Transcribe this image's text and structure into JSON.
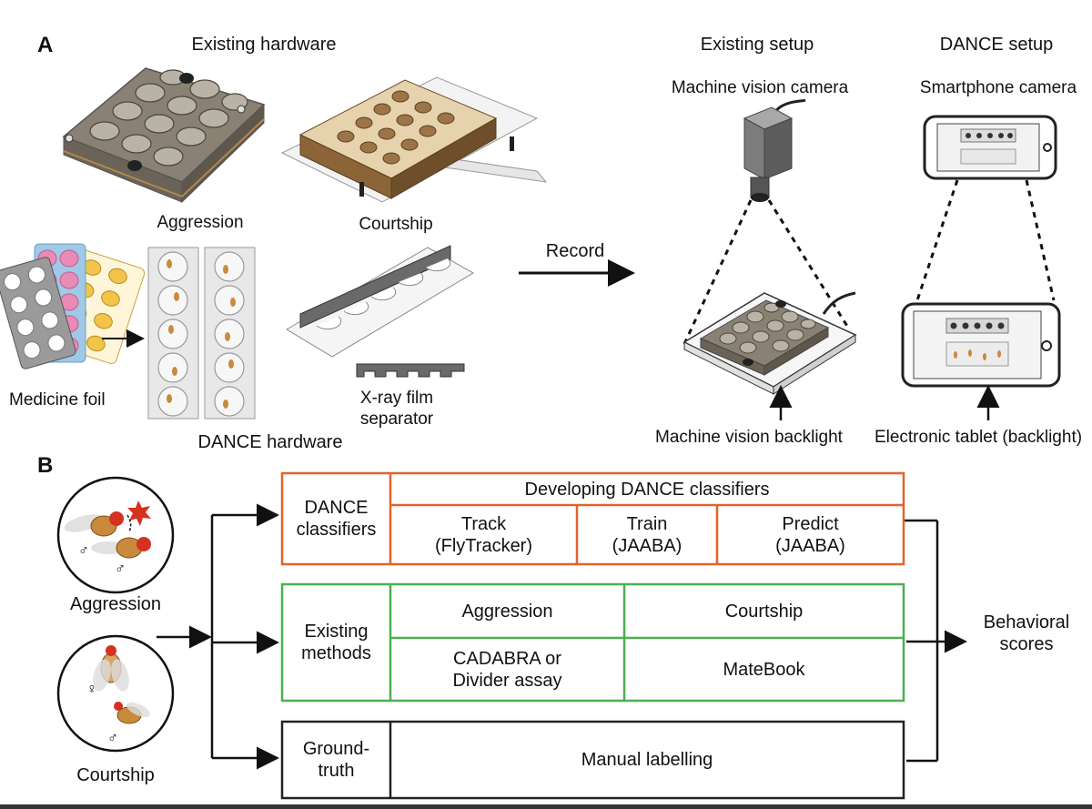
{
  "panel_a": {
    "letter": "A",
    "existing_hardware_title": "Existing hardware",
    "aggression_label": "Aggression",
    "courtship_label": "Courtship",
    "medicine_foil_label": "Medicine foil",
    "xray_line1": "X-ray film",
    "xray_line2": "separator",
    "dance_hardware_label": "DANCE hardware",
    "record_label": "Record",
    "existing_setup_title": "Existing setup",
    "machine_vision_camera_label": "Machine vision camera",
    "machine_vision_backlight_label": "Machine vision backlight",
    "dance_setup_title": "DANCE setup",
    "smartphone_camera_label": "Smartphone camera",
    "electronic_tablet_label": "Electronic tablet (backlight)"
  },
  "panel_b": {
    "letter": "B",
    "aggression_label": "Aggression",
    "courtship_label": "Courtship",
    "male_symbol": "♂",
    "female_symbol": "♀",
    "dance_classifiers": {
      "row_label_line1": "DANCE",
      "row_label_line2": "classifiers",
      "header": "Developing DANCE classifiers",
      "track_line1": "Track",
      "track_line2": "(FlyTracker)",
      "train_line1": "Train",
      "train_line2": "(JAABA)",
      "predict_line1": "Predict",
      "predict_line2": "(JAABA)"
    },
    "existing_methods": {
      "row_label_line1": "Existing",
      "row_label_line2": "methods",
      "aggression_header": "Aggression",
      "courtship_header": "Courtship",
      "aggression_method_line1": "CADABRA or",
      "aggression_method_line2": "Divider assay",
      "courtship_method": "MateBook"
    },
    "ground_truth": {
      "row_label_line1": "Ground-",
      "row_label_line2": "truth",
      "method": "Manual labelling"
    },
    "output_line1": "Behavioral",
    "output_line2": "scores"
  },
  "colors": {
    "dance_box": "#e0642a",
    "existing_box": "#4caf50",
    "ground_truth_box": "#222222",
    "foil_pink": "#e88bb5",
    "foil_blue": "#9fc9e6",
    "foil_yellow": "#f2c44a",
    "fly_body": "#c98a3c",
    "fly_eye": "#d4311f",
    "acrylic_gray": "#8a8175",
    "wood_brown": "#8b6538"
  }
}
